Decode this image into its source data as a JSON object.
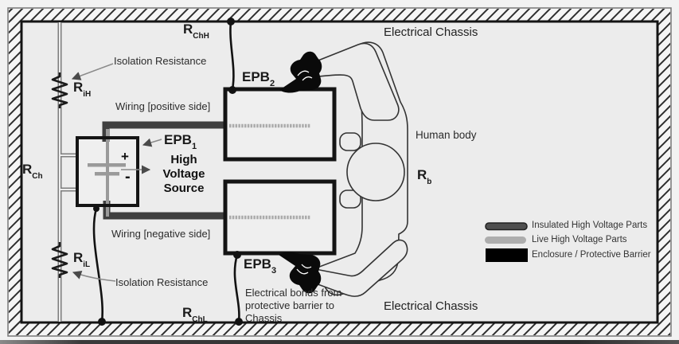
{
  "titles": {
    "electrical_chassis_top": "Electrical Chassis",
    "electrical_chassis_bottom": "Electrical Chassis"
  },
  "labels": {
    "r_chh": {
      "main": "R",
      "sub": "ChH"
    },
    "r_ih": {
      "main": "R",
      "sub": "iH"
    },
    "r_ch": {
      "main": "R",
      "sub": "Ch"
    },
    "r_il": {
      "main": "R",
      "sub": "iL"
    },
    "r_chl": {
      "main": "R",
      "sub": "ChL"
    },
    "r_b": {
      "main": "R",
      "sub": "b"
    },
    "epb1": {
      "main": "EPB",
      "sub": "1"
    },
    "epb2": {
      "main": "EPB",
      "sub": "2"
    },
    "epb3": {
      "main": "EPB",
      "sub": "3"
    }
  },
  "annotations": {
    "isolation_resistance_top": "Isolation Resistance",
    "isolation_resistance_bottom": "Isolation Resistance",
    "wiring_positive": "Wiring [positive side]",
    "wiring_negative": "Wiring [negative side]",
    "hv_line1": "High",
    "hv_line2": "Voltage",
    "hv_line3": "Source",
    "plus_sign": "+",
    "minus_sign": "-",
    "human_body": "Human body",
    "bonds_line1": "Electrical bonds from",
    "bonds_line2": "protective barrier to",
    "bonds_line3": "Chassis"
  },
  "legend": {
    "items": [
      {
        "swatch": "insulated-bar",
        "label": "Insulated High Voltage Parts"
      },
      {
        "swatch": "live-bar",
        "label": "Live High Voltage Parts"
      },
      {
        "swatch": "enclosure-bar",
        "label": "Enclosure / Protective Barrier"
      }
    ]
  },
  "colors": {
    "bg": "#f2f2f2",
    "panel": "#ececec",
    "ink": "#1a1a1a",
    "insulated_gray": "#3f3f3f",
    "live_gray": "#aaaaaa",
    "enclosure_black": "#000000",
    "leader_gray": "#8a8a8a"
  }
}
